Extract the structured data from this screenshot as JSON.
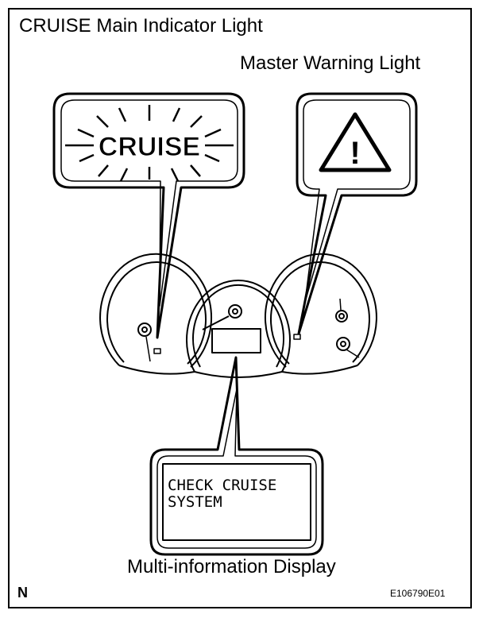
{
  "title": "CRUISE Main Indicator Light",
  "labels": {
    "master_warning": "Master Warning Light",
    "multi_info": "Multi-information Display",
    "corner_letter": "N",
    "figure_code": "E106790E01"
  },
  "cruise_lamp": {
    "text": "CRUISE"
  },
  "warning_lamp": {
    "symbol": "!"
  },
  "display": {
    "line1": "CHECK CRUISE",
    "line2": "SYSTEM"
  }
}
